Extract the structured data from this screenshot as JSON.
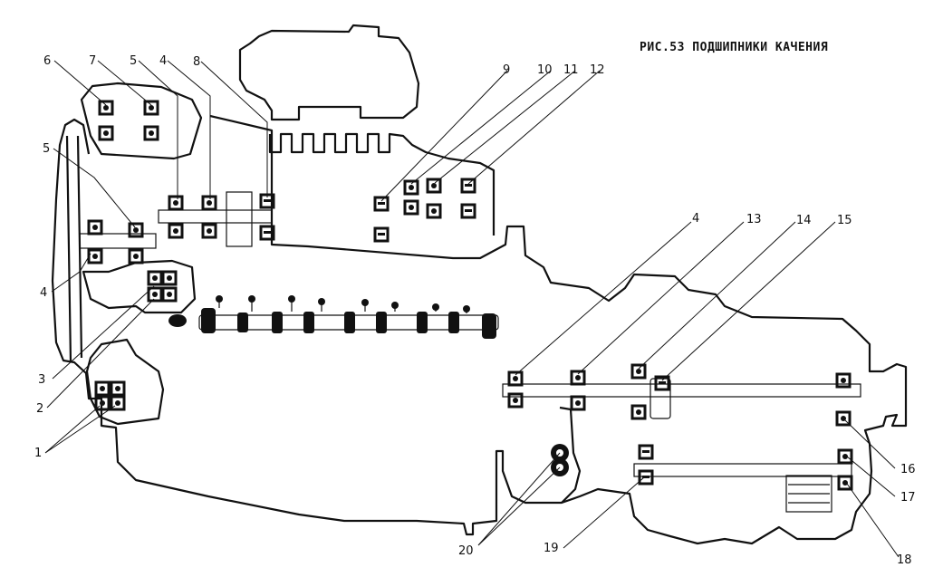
{
  "title": "РИС.53 ПОДШИПНИКИ КАЧЕНИЯ",
  "callouts": [
    {
      "id": "c6",
      "text": "6"
    },
    {
      "id": "c7",
      "text": "7"
    },
    {
      "id": "c5top",
      "text": "5"
    },
    {
      "id": "c4top",
      "text": "4"
    },
    {
      "id": "c8",
      "text": "8"
    },
    {
      "id": "c9",
      "text": "9"
    },
    {
      "id": "c10",
      "text": "10"
    },
    {
      "id": "c11",
      "text": "11"
    },
    {
      "id": "c12",
      "text": "12"
    },
    {
      "id": "c5left",
      "text": "5"
    },
    {
      "id": "c4left",
      "text": "4"
    },
    {
      "id": "c3",
      "text": "3"
    },
    {
      "id": "c2",
      "text": "2"
    },
    {
      "id": "c1",
      "text": "1"
    },
    {
      "id": "c4right",
      "text": "4"
    },
    {
      "id": "c13",
      "text": "13"
    },
    {
      "id": "c14",
      "text": "14"
    },
    {
      "id": "c15",
      "text": "15"
    },
    {
      "id": "c16",
      "text": "16"
    },
    {
      "id": "c17",
      "text": "17"
    },
    {
      "id": "c18",
      "text": "18"
    },
    {
      "id": "c19",
      "text": "19"
    },
    {
      "id": "c20",
      "text": "20"
    }
  ]
}
